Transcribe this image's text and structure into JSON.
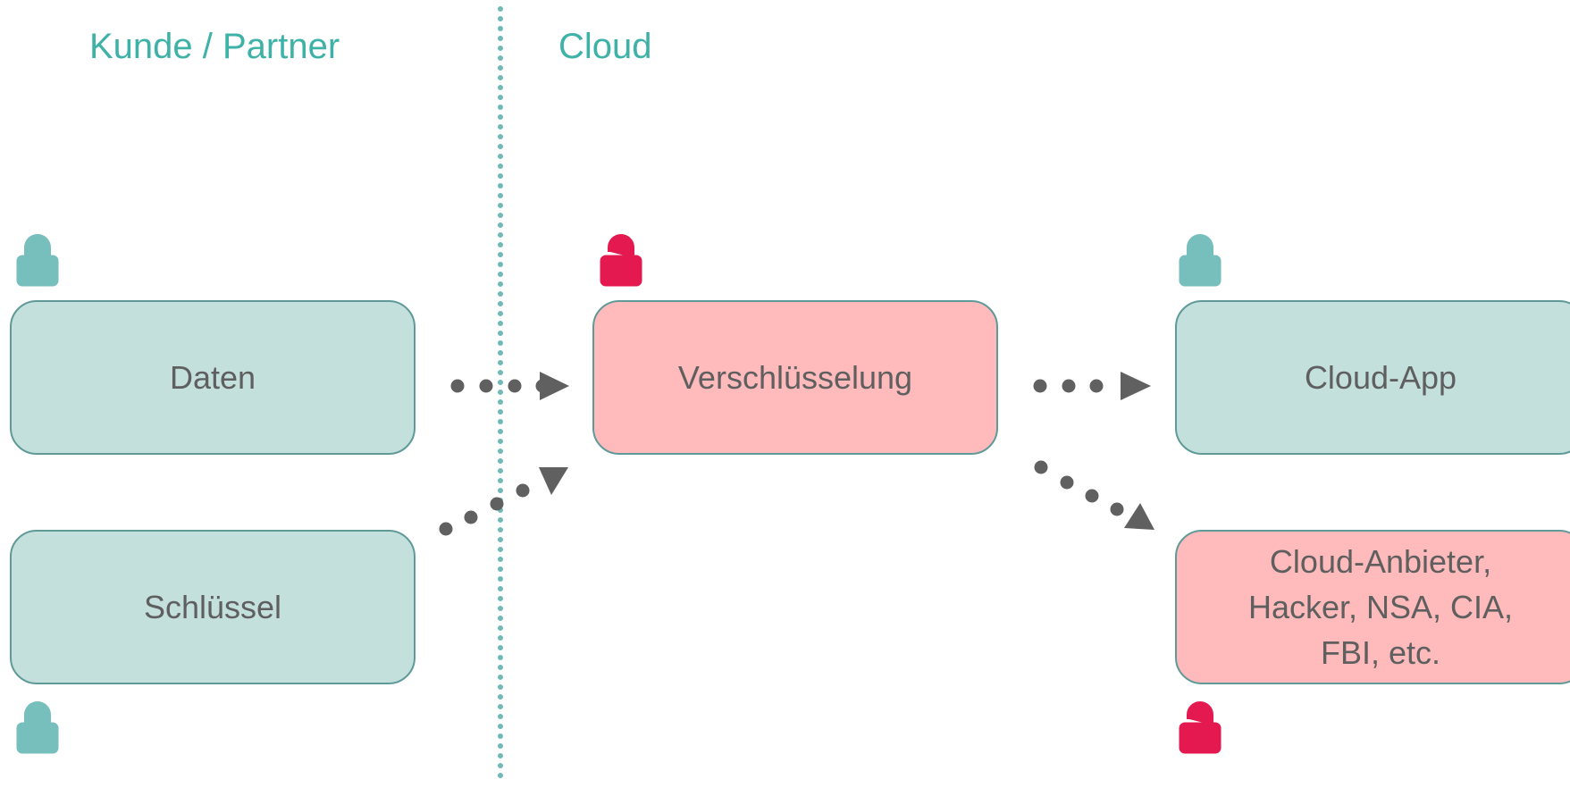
{
  "zones": {
    "left_label": "Kunde / Partner",
    "right_label": "Cloud"
  },
  "boxes": {
    "daten": "Daten",
    "schluessel": "Schlüssel",
    "verschluesselung": "Verschlüsselung",
    "cloud_app": "Cloud-App",
    "anbieter": "Cloud-Anbieter,\nHacker, NSA, CIA,\nFBI, etc."
  },
  "locks": {
    "daten": "locked",
    "schluessel": "locked",
    "verschluesselung": "unlocked",
    "cloud_app": "locked",
    "anbieter": "unlocked"
  },
  "colors": {
    "accent_teal": "#3fb2a8",
    "teal_box": "#c3e0dd",
    "pink_box": "#ffbbbc",
    "box_border": "#5f9a98",
    "lock_teal": "#77bfbc",
    "lock_red": "#e4194f",
    "arrow": "#606060"
  }
}
